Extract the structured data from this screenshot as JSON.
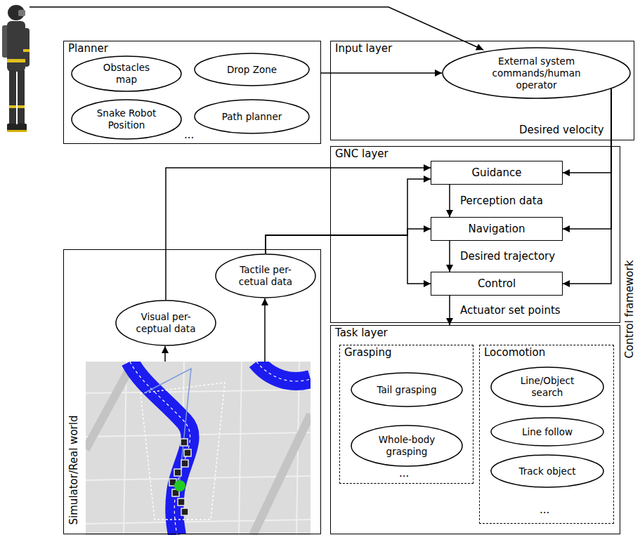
{
  "diagram": {
    "nodes": [
      {
        "text": [
          "Planner"
        ]
      },
      {
        "text": [
          "Obstacles map"
        ],
        "in": 0
      },
      {
        "text": [
          "Drop Zone"
        ],
        "in": 0
      },
      {
        "text": [
          "Snake Robot Position"
        ],
        "in": 0
      },
      {
        "text": [
          "Path planner"
        ],
        "in": 0
      },
      {
        "text": [
          "Input layer"
        ]
      },
      {
        "text": [
          "External system commands/human operator"
        ],
        "in": 5
      },
      {
        "text": [
          "GNC layer"
        ]
      },
      {
        "text": [
          "Guidance"
        ],
        "in": 7
      },
      {
        "text": [
          "Navigation"
        ],
        "in": 7
      },
      {
        "text": [
          "Control"
        ],
        "in": 7
      },
      {
        "text": [
          "Task layer"
        ]
      },
      {
        "text": [
          "Grasping"
        ],
        "in": 11
      },
      {
        "text": [
          "Tail grasping"
        ],
        "in": 12
      },
      {
        "text": [
          "Whole-body grasping"
        ],
        "in": 12
      },
      {
        "text": [
          "Locomotion"
        ],
        "in": 11
      },
      {
        "text": [
          "Line/Object search"
        ],
        "in": 15
      },
      {
        "text": [
          "Line follow"
        ],
        "in": 15
      },
      {
        "text": [
          "Track object"
        ],
        "in": 15
      },
      {
        "text": [
          "Simulator/Real world"
        ]
      },
      {
        "text": [
          "Visual per- ceptual data"
        ],
        "in": 19
      },
      {
        "text": [
          "Tactile per- cetual data"
        ],
        "in": 19
      }
    ],
    "edges": [
      {
        "from": 0,
        "to": 6,
        "arrow": "to"
      },
      {
        "from": 6,
        "to": 8,
        "arrow": "to"
      },
      {
        "from": 6,
        "to": 9,
        "arrow": "to"
      },
      {
        "from": 6,
        "to": 10,
        "arrow": "to"
      },
      {
        "from": 8,
        "to": 9,
        "arrow": "to",
        "label": "Perception data"
      },
      {
        "from": 9,
        "to": 10,
        "arrow": "to",
        "label": "Desired trajectory"
      },
      {
        "from": 10,
        "to": 11,
        "arrow": "to",
        "label": "Actuator set points"
      },
      {
        "from": 20,
        "to": 8,
        "arrow": "to"
      },
      {
        "from": 21,
        "to": 8,
        "arrow": "to"
      },
      {
        "from": 21,
        "to": 9,
        "arrow": "to"
      },
      {
        "from": 21,
        "to": 10,
        "arrow": "to"
      }
    ],
    "labels": [
      "...",
      "Desired velocity",
      "...",
      "...",
      "Control framework"
    ]
  }
}
